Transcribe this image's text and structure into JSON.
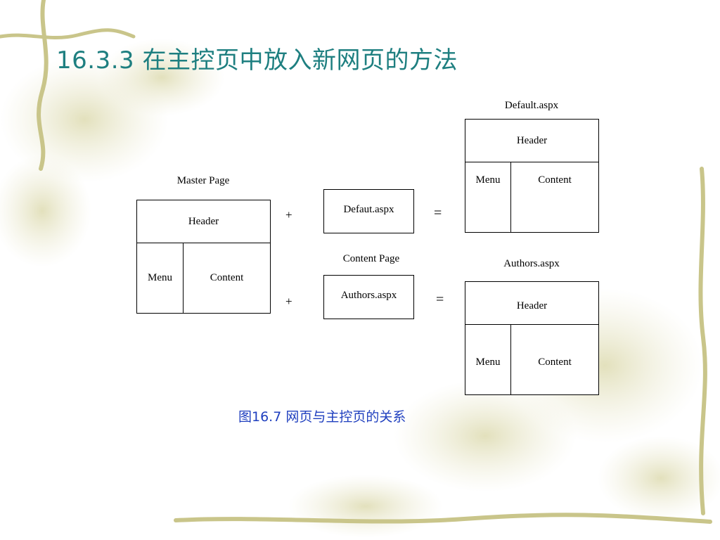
{
  "title": "16.3.3  在主控页中放入新网页的方法",
  "master": {
    "label": "Master Page",
    "header": "Header",
    "menu": "Menu",
    "content": "Content"
  },
  "plus_1": "+",
  "plus_2": "+",
  "equals_1": "=",
  "equals_2": "=",
  "content_page_1": {
    "file": "Defaut.aspx"
  },
  "content_page_label": "Content Page",
  "content_page_2": {
    "file": "Authors.aspx"
  },
  "result_1": {
    "label": "Default.aspx",
    "header": "Header",
    "menu": "Menu",
    "content": "Content"
  },
  "result_2": {
    "label": "Authors.aspx",
    "header": "Header",
    "menu": "Menu",
    "content": "Content"
  },
  "caption": "图16.7  网页与主控页的关系",
  "colors": {
    "title": "#1e7f80",
    "caption": "#1f3fbf",
    "decoration": "#c9c58a"
  }
}
